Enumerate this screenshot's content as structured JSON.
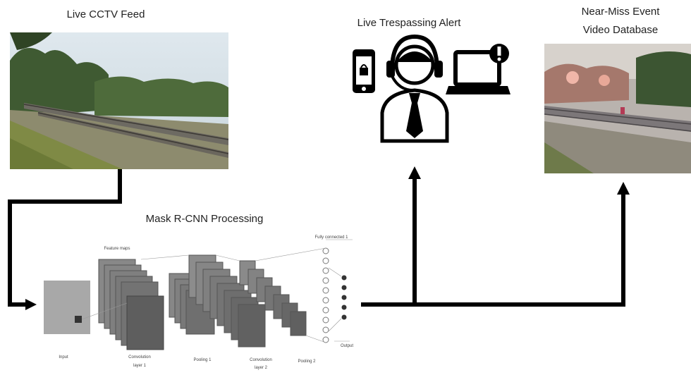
{
  "feed": {
    "title": "Live CCTV Feed"
  },
  "alert": {
    "title": "Live Trespassing Alert"
  },
  "database": {
    "title_line1": "Near-Miss Event",
    "title_line2": "Video Database"
  },
  "processing": {
    "title": "Mask R-CNN Processing",
    "layer_labels": {
      "input": "Input",
      "feature_maps": "Feature maps",
      "conv1": "Convolution",
      "conv1b": "layer 1",
      "pool1": "Pooling 1",
      "conv2": "Convolution",
      "conv2b": "layer 2",
      "pool2": "Pooling 2",
      "fc": "Fully connected 1",
      "output": "Output"
    }
  },
  "colors": {
    "arrow": "#000000",
    "grey_layer": "#7a7a7a",
    "layer_dark": "#4d4d4d"
  }
}
